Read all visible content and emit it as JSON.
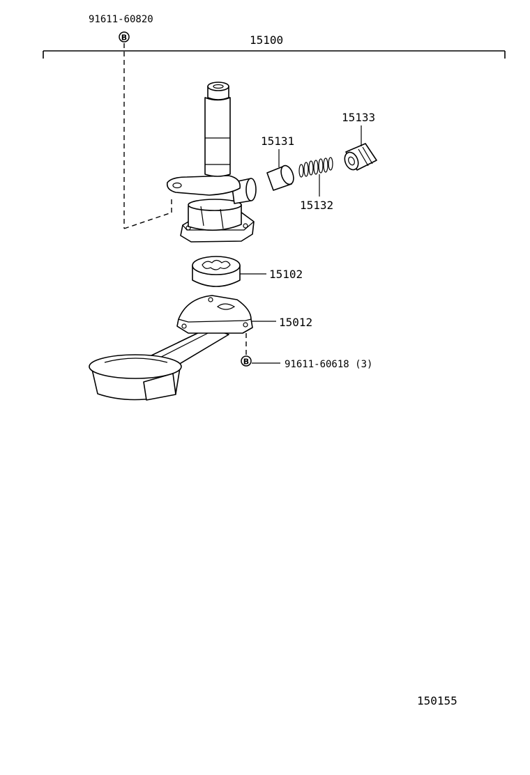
{
  "labels": {
    "bolt_top": "91611-60820",
    "bolt_top_symbol": "B",
    "assembly": "15100",
    "relief_valve": "15131",
    "spring": "15132",
    "plug": "15133",
    "rotor": "15102",
    "cover": "15012",
    "bolt_bottom": "91611-60618 (3)",
    "bolt_bottom_symbol": "B",
    "figure_id": "150155"
  }
}
